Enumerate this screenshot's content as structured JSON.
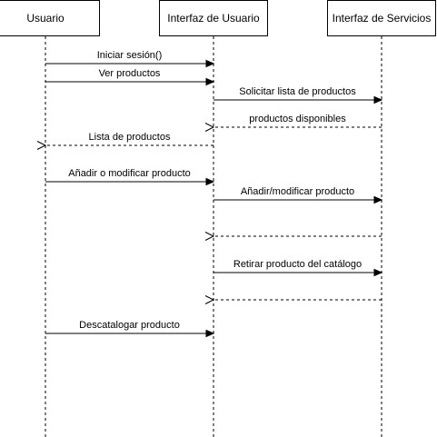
{
  "participants": [
    {
      "id": "usuario",
      "label": "Usuario"
    },
    {
      "id": "interfaz_usuario",
      "label": "Interfaz de Usuario"
    },
    {
      "id": "interfaz_servicios",
      "label": "Interfaz de Servicios"
    }
  ],
  "messages": [
    {
      "from": "usuario",
      "to": "interfaz_usuario",
      "label": "Iniciar sesión()",
      "style": "sync"
    },
    {
      "from": "usuario",
      "to": "interfaz_usuario",
      "label": "Ver productos",
      "style": "sync"
    },
    {
      "from": "interfaz_usuario",
      "to": "interfaz_servicios",
      "label": "Solicitar lista de productos",
      "style": "sync"
    },
    {
      "from": "interfaz_servicios",
      "to": "interfaz_usuario",
      "label": "productos disponibles",
      "style": "reply"
    },
    {
      "from": "interfaz_usuario",
      "to": "usuario",
      "label": "Lista de productos",
      "style": "reply"
    },
    {
      "from": "usuario",
      "to": "interfaz_usuario",
      "label": "Añadir o modificar producto",
      "style": "sync"
    },
    {
      "from": "interfaz_usuario",
      "to": "interfaz_servicios",
      "label": "Añadir/modificar producto",
      "style": "sync"
    },
    {
      "from": "interfaz_servicios",
      "to": "interfaz_usuario",
      "label": "",
      "style": "reply"
    },
    {
      "from": "interfaz_usuario",
      "to": "interfaz_servicios",
      "label": "Retirar producto del catálogo",
      "style": "sync"
    },
    {
      "from": "interfaz_servicios",
      "to": "interfaz_usuario",
      "label": "",
      "style": "reply"
    },
    {
      "from": "usuario",
      "to": "interfaz_usuario",
      "label": "Descatalogar producto",
      "style": "sync"
    }
  ]
}
